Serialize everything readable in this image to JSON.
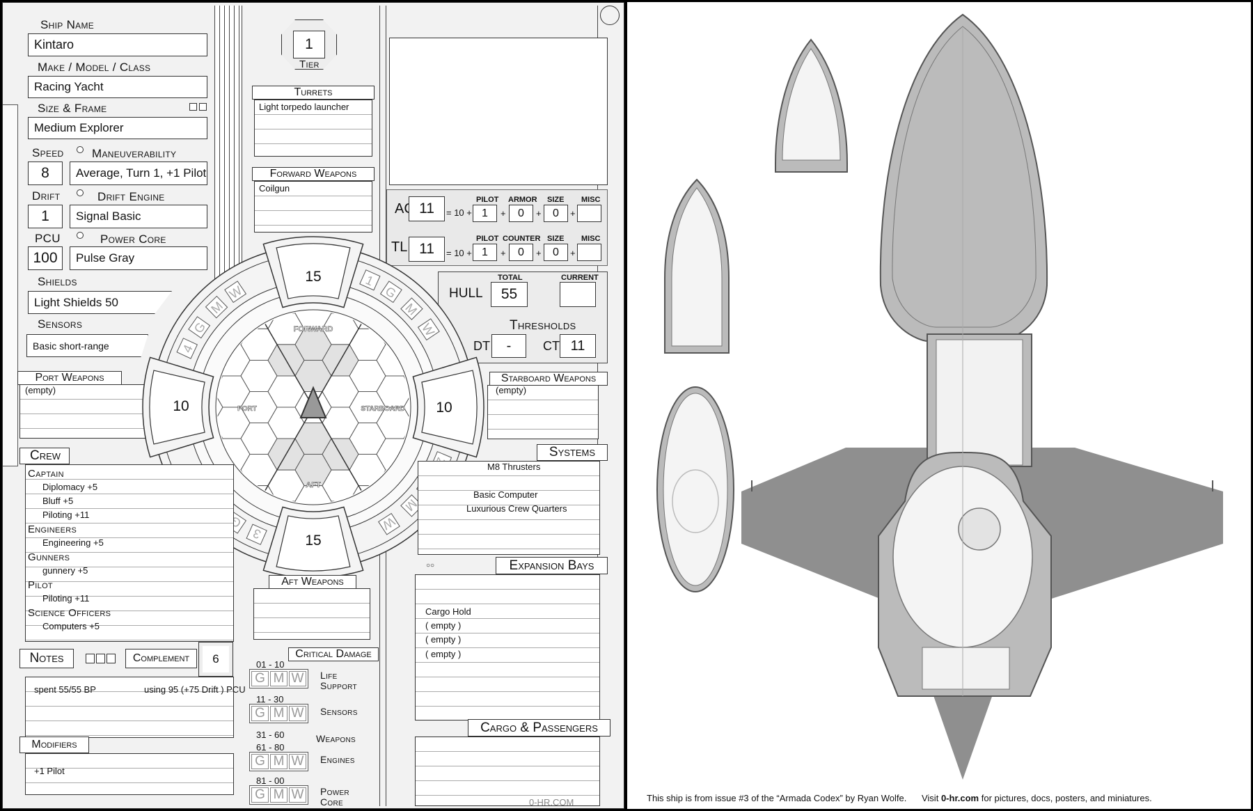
{
  "ship": {
    "ship_name_label": "Ship Name",
    "ship_name": "Kintaro",
    "make_label": "Make / Model / Class",
    "make": "Racing Yacht",
    "size_label": "Size & Frame",
    "size": "Medium Explorer",
    "speed_label": "Speed",
    "speed": "8",
    "maneuver_label": "Maneuverability",
    "maneuver": "Average,  Turn 1, +1 Pilot",
    "drift_label": "Drift",
    "drift": "1",
    "drift_engine_label": "Drift Engine",
    "drift_engine": "Signal Basic",
    "pcu_label": "PCU",
    "pcu": "100",
    "power_core_label": "Power Core",
    "power_core": "Pulse Gray",
    "shields_label": "Shields",
    "shields": "Light Shields 50",
    "sensors_label": "Sensors",
    "sensors": "Basic short-range",
    "tier_label": "Tier",
    "tier": "1"
  },
  "turrets": {
    "label": "Turrets",
    "items": [
      "Light torpedo launcher"
    ]
  },
  "forward_weapons": {
    "label": "Forward Weapons",
    "items": [
      "Coilgun"
    ]
  },
  "port_weapons": {
    "label": "Port Weapons",
    "items": [
      "(empty)"
    ]
  },
  "starboard_weapons": {
    "label": "Starboard Weapons",
    "items": [
      "(empty)"
    ]
  },
  "aft_weapons": {
    "label": "Aft Weapons"
  },
  "ac": {
    "label": "AC",
    "value": "11",
    "eq": "= 10 +",
    "pilot_label": "PILOT",
    "pilot": "1",
    "armor_label": "ARMOR",
    "armor": "0",
    "size_label": "SIZE",
    "size": "0",
    "misc_label": "MISC",
    "misc": ""
  },
  "tl": {
    "label": "TL",
    "value": "11",
    "eq": "= 10 +",
    "pilot_label": "PILOT",
    "pilot": "1",
    "counter_label": "COUNTER",
    "counter": "0",
    "size_label": "SIZE",
    "size": "0",
    "misc_label": "MISC",
    "misc": ""
  },
  "hull": {
    "label": "HULL",
    "total_label": "TOTAL",
    "total": "55",
    "current_label": "CURRENT",
    "current": "",
    "thresholds_label": "Thresholds",
    "dt_label": "DT",
    "dt": "-",
    "ct_label": "CT",
    "ct": "11"
  },
  "shields_arcs": {
    "forward": "15",
    "aft": "15",
    "port": "10",
    "starboard": "10"
  },
  "arc_labels": {
    "forward": "FORWARD",
    "port": "PORT",
    "starboard": "STARBOARD",
    "aft": "AFT"
  },
  "ring_tiles": [
    "4",
    "G",
    "M",
    "W",
    "1",
    "G",
    "M",
    "W",
    "2",
    "G",
    "M",
    "W",
    "3",
    "G",
    "M",
    "W"
  ],
  "crew": {
    "label": "Crew",
    "roles": [
      {
        "role": "Captain",
        "skills": [
          "Diplomacy +5",
          "Bluff +5",
          "Piloting +11"
        ]
      },
      {
        "role": "Engineers",
        "skills": [
          "Engineering +5"
        ]
      },
      {
        "role": "Gunners",
        "skills": [
          "gunnery +5"
        ]
      },
      {
        "role": "Pilot",
        "skills": [
          "Piloting +11"
        ]
      },
      {
        "role": "Science Officers",
        "skills": [
          "Computers +5"
        ]
      }
    ]
  },
  "systems": {
    "label": "Systems",
    "items": [
      "M8 Thrusters",
      "Basic Computer",
      "Luxurious Crew Quarters"
    ]
  },
  "expansion_bays": {
    "label": "Expansion Bays",
    "items": [
      "Cargo Hold",
      "( empty )",
      "( empty )",
      "( empty )"
    ]
  },
  "cargo": {
    "label": "Cargo & Passengers"
  },
  "notes": {
    "label": "Notes",
    "complement_label": "Complement",
    "complement": "6",
    "bp": "spent 55/55 BP",
    "pcu": "using 95 (+75 Drift ) PCU"
  },
  "modifiers": {
    "label": "Modifiers",
    "items": [
      "+1 Pilot"
    ]
  },
  "critical": {
    "label": "Critical Damage",
    "gmw": [
      "G",
      "M",
      "W"
    ],
    "rows": [
      {
        "range": "01 - 10",
        "system": "Life Support"
      },
      {
        "range": "11 - 30",
        "system": "Sensors"
      },
      {
        "range": "31 - 60",
        "system": "Weapons"
      },
      {
        "range": "61 - 80",
        "system": "Engines"
      },
      {
        "range": "81 - 00",
        "system": "Power Core"
      }
    ]
  },
  "sheet_credit": "0-HR.COM",
  "footer": {
    "credit": "This ship is from issue #3 of the “Armada Codex” by Ryan Wolfe.",
    "visit": "Visit",
    "site": "0-hr.com",
    "rest": "for pictures, docs, posters, and miniatures."
  },
  "colors": {
    "hull_gray": "#8f8f8f",
    "panel": "#f2f2f2"
  }
}
